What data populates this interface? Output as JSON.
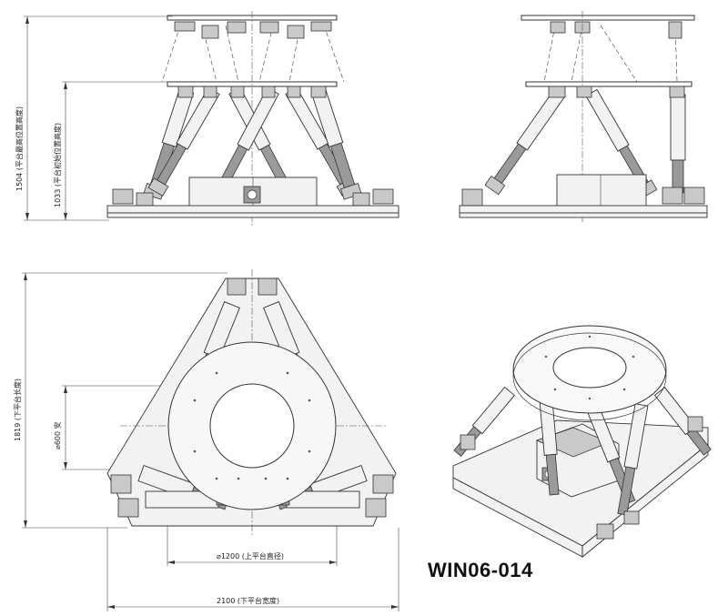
{
  "dimensions": {
    "max_height": "1504 (平台最高位置高度)",
    "initial_height": "1033 (平台初始位置高度)",
    "lower_length": "1819 (下平台长度)",
    "hole_diameter": "⌀600 安",
    "upper_diameter": "⌀1200 (上平台直径)",
    "lower_width": "2100 (下平台宽度)"
  },
  "model_code": "WIN06-014"
}
